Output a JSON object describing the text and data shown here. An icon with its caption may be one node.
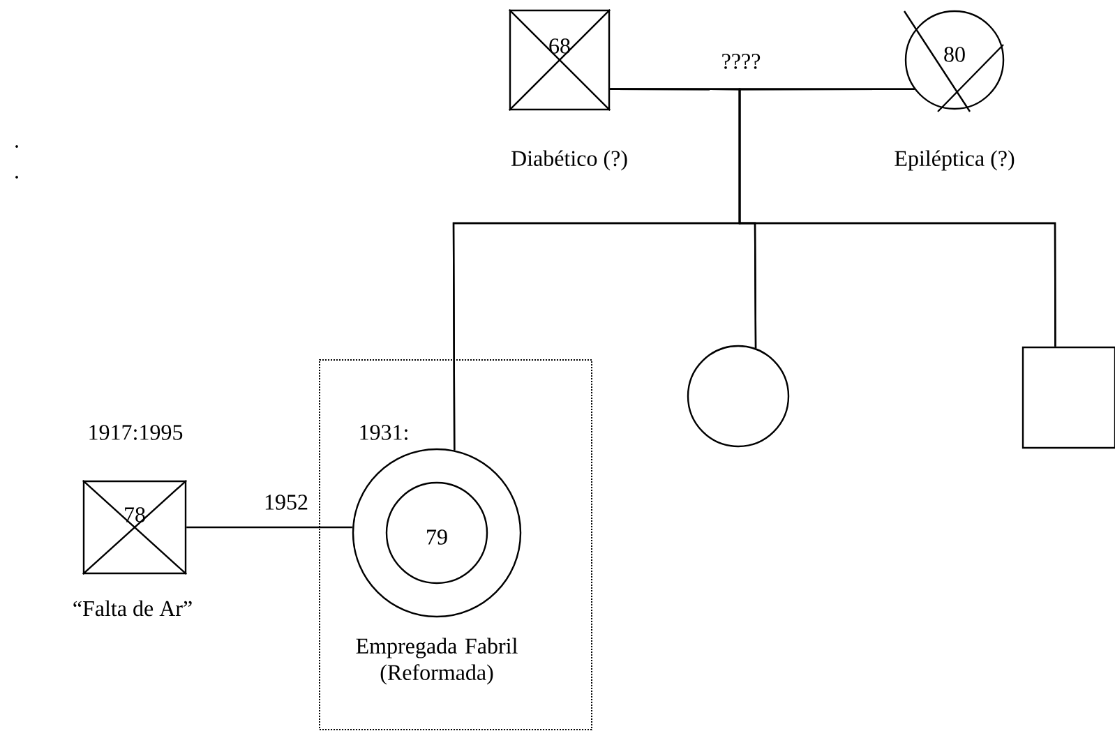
{
  "diagram": {
    "nodes": [
      {
        "text": [
          "68"
        ],
        "beside": [
          "Diabético (?)"
        ]
      },
      {
        "text": [
          "80"
        ],
        "beside": [
          "Epiléptica (?)"
        ]
      },
      {
        "text": [],
        "shape": "box"
      },
      {
        "text": [
          "79"
        ],
        "beside": [
          "1931:",
          "Empregada Fabril (Reformada)"
        ],
        "in": 2
      },
      {
        "text": [],
        "shape": "circle"
      },
      {
        "text": [],
        "shape": "box"
      },
      {
        "text": [
          "78"
        ],
        "beside": [
          "1917:1995",
          "“Falta de Ar”"
        ]
      }
    ],
    "edges": [
      {
        "from": 0,
        "to": 1,
        "arrow": "none",
        "label": "????"
      },
      {
        "from": 0,
        "to": 3,
        "arrow": "none"
      },
      {
        "from": 1,
        "to": 3,
        "arrow": "none"
      },
      {
        "from": 0,
        "to": 4,
        "arrow": "none"
      },
      {
        "from": 1,
        "to": 4,
        "arrow": "none"
      },
      {
        "from": 0,
        "to": 5,
        "arrow": "none"
      },
      {
        "from": 1,
        "to": 5,
        "arrow": "none"
      },
      {
        "from": 6,
        "to": 3,
        "arrow": "none",
        "label": "1952"
      }
    ],
    "labels": [
      ".",
      "."
    ]
  }
}
